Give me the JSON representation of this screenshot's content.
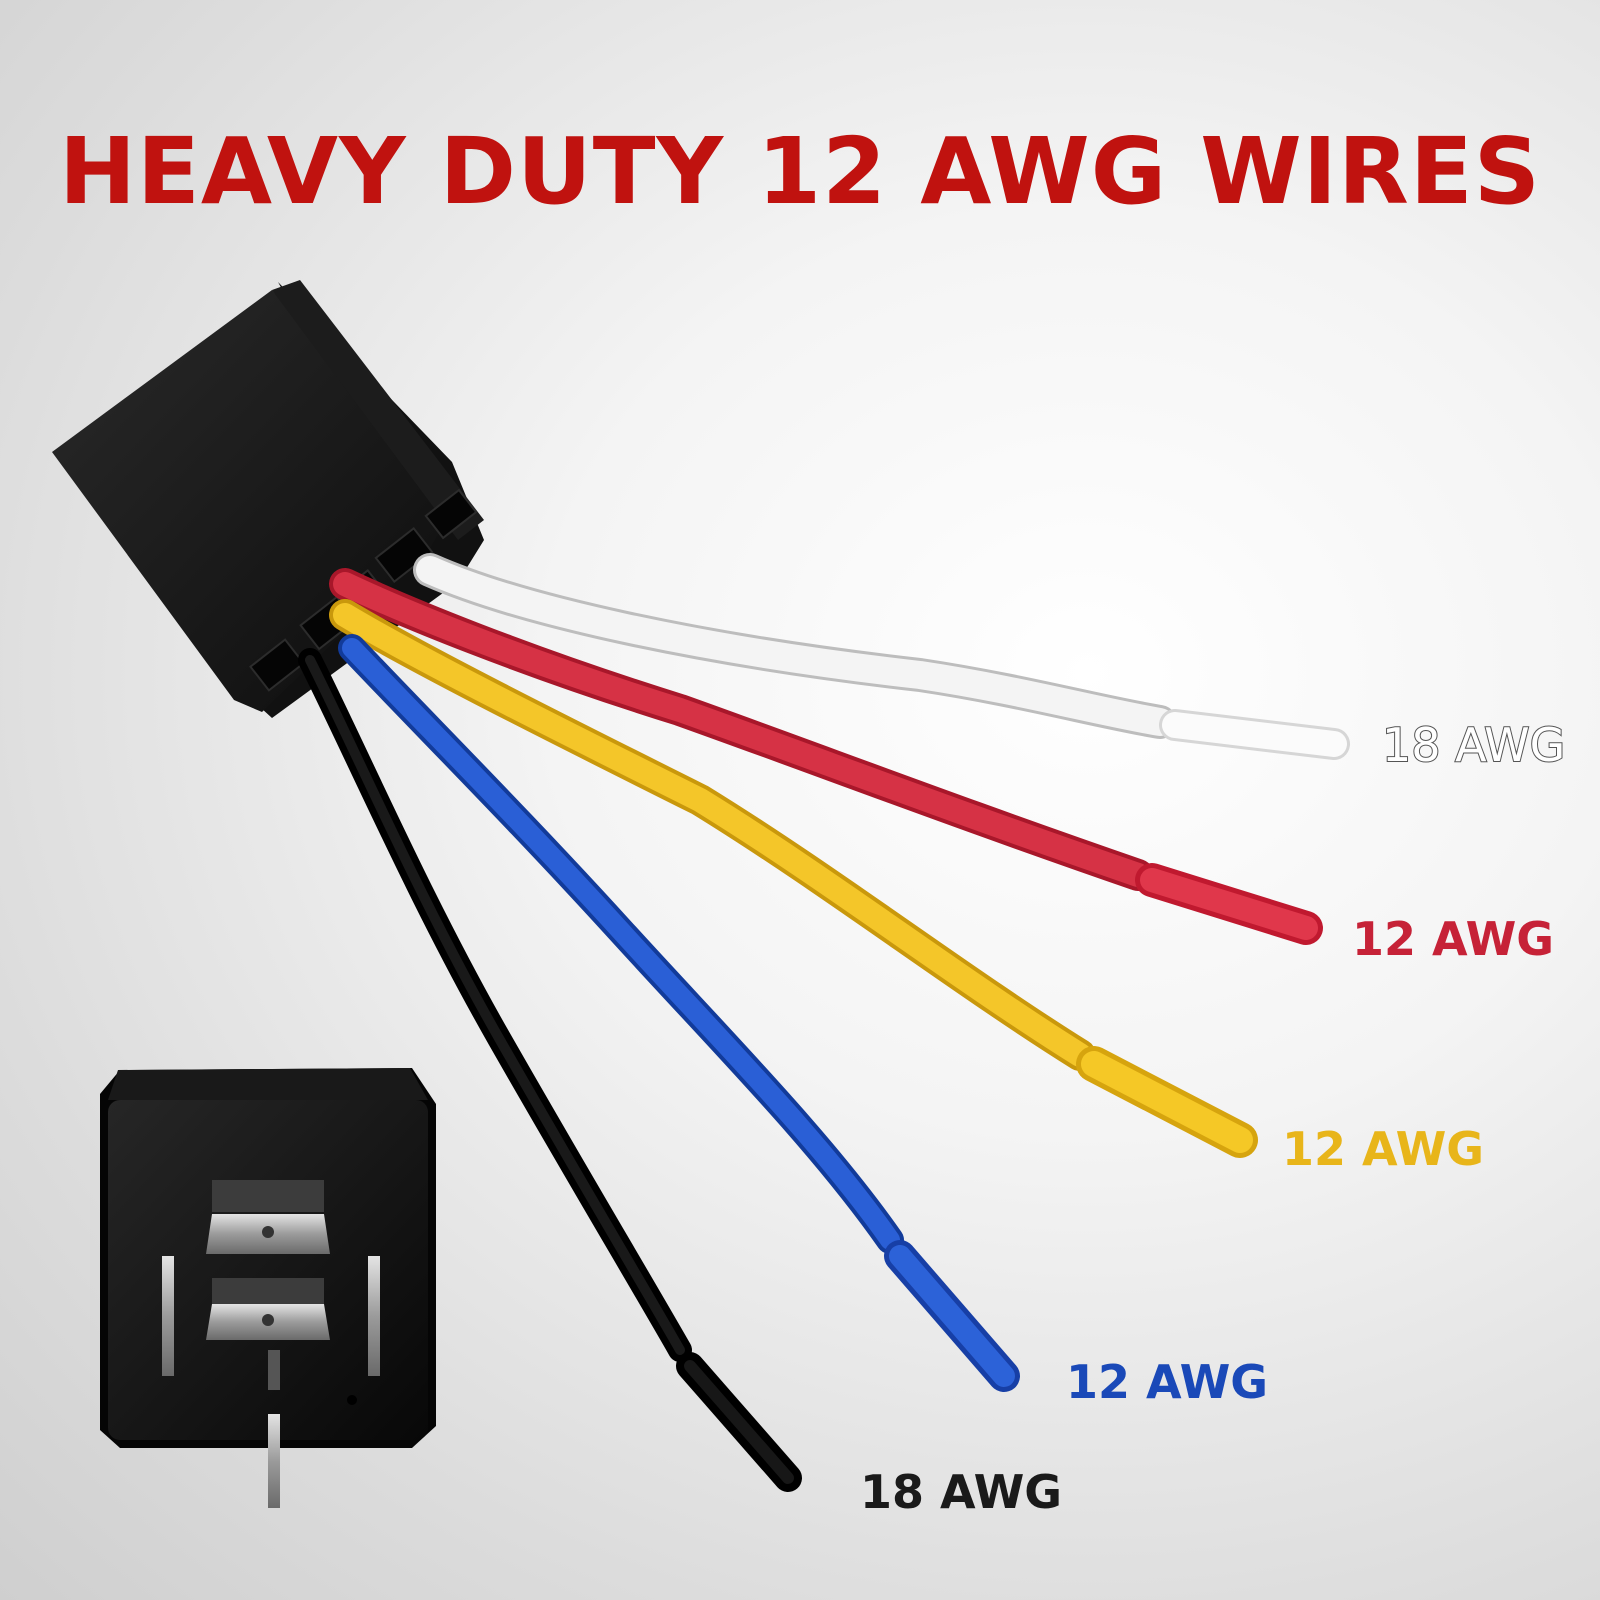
{
  "headline": "HEAVY DUTY 12 AWG WIRES",
  "colors": {
    "headline": "#c0120f",
    "white_wire": "#f3f3f3",
    "red_wire": "#d42a3c",
    "yellow_wire": "#f0c21a",
    "blue_wire": "#1f53c4",
    "black_wire": "#141414",
    "label_red": "#c62237",
    "label_yellow": "#e8b51a",
    "label_blue": "#1a49b8",
    "label_black": "#1a1a1a"
  },
  "wires": [
    {
      "color": "white",
      "label": "18 AWG"
    },
    {
      "color": "red",
      "label": "12 AWG"
    },
    {
      "color": "yellow",
      "label": "12 AWG"
    },
    {
      "color": "blue",
      "label": "12 AWG"
    },
    {
      "color": "black",
      "label": "18 AWG"
    }
  ]
}
